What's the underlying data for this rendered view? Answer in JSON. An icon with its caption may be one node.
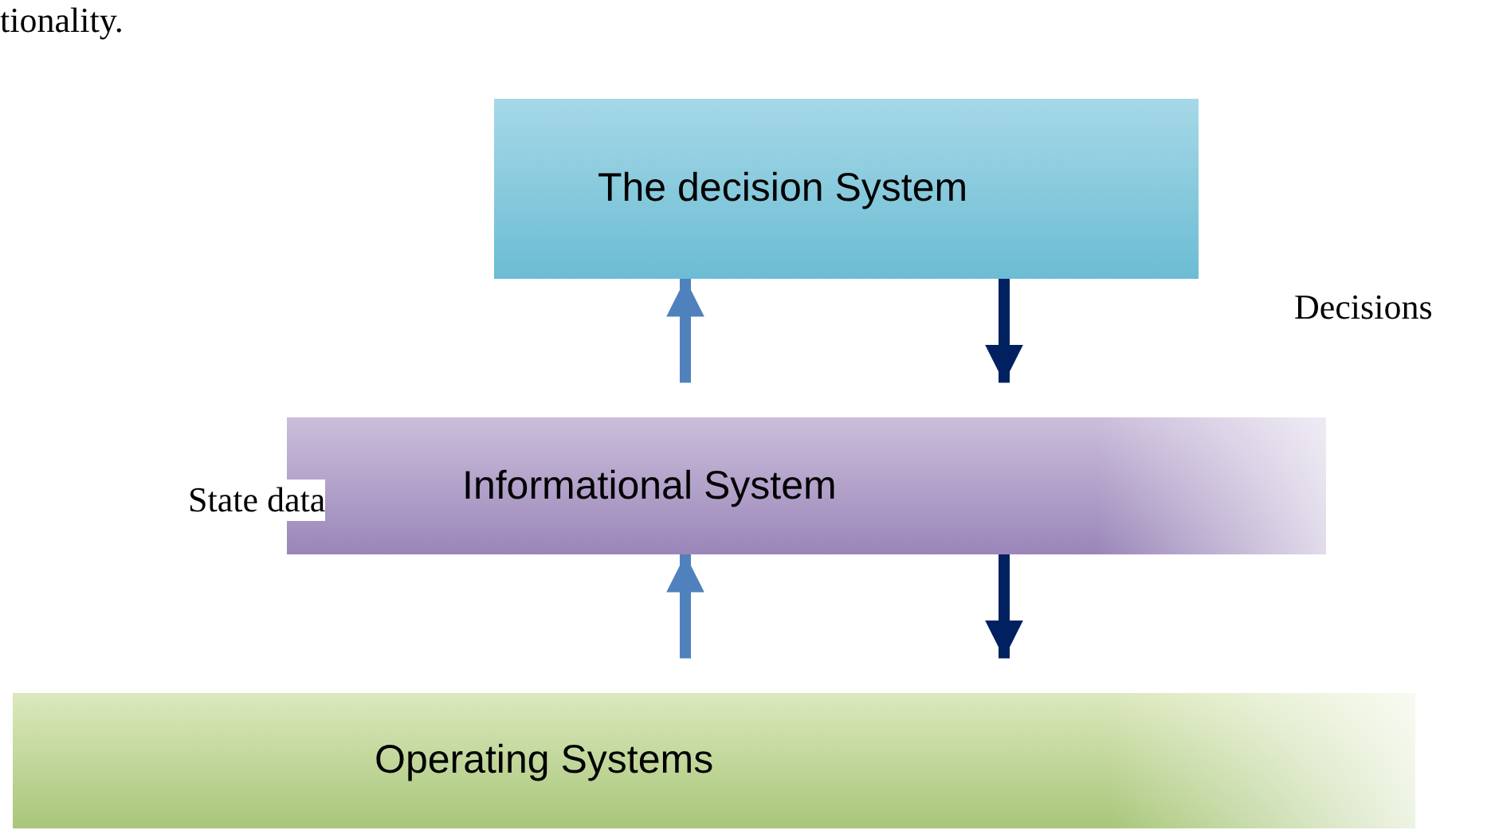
{
  "diagram": {
    "nodes": [
      {
        "text": [
          "The decision System"
        ]
      },
      {
        "text": [
          "Informational System"
        ]
      },
      {
        "text": [
          "Operating Systems"
        ]
      }
    ],
    "edges": [
      {
        "from": 1,
        "to": 0,
        "arrow": "to"
      },
      {
        "from": 0,
        "to": 1,
        "arrow": "to",
        "color": "#002060"
      },
      {
        "from": 2,
        "to": 1,
        "arrow": "to"
      },
      {
        "from": 1,
        "to": 2,
        "arrow": "to",
        "color": "#002060"
      }
    ],
    "labels": [
      "tionality.",
      "Decisions",
      "State data"
    ]
  }
}
